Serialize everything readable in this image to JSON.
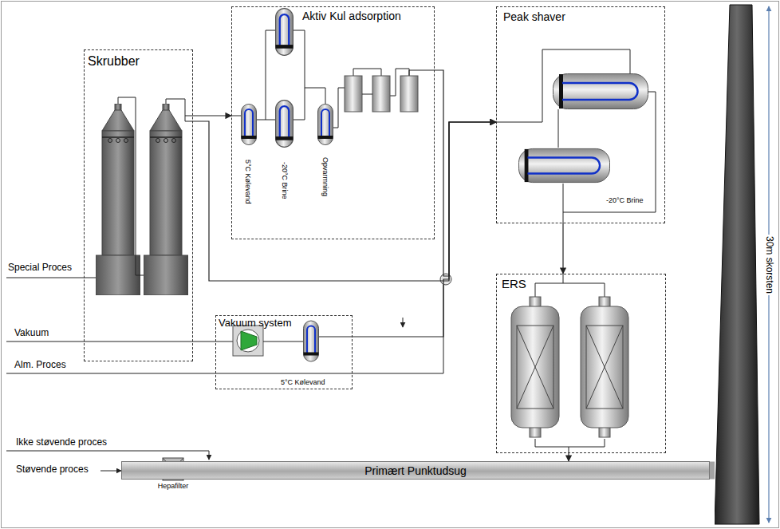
{
  "diagram": {
    "nodes": [
      {
        "text": [
          "Skrubber"
        ]
      },
      {
        "text": [
          "Aktiv Kul adsorption"
        ]
      },
      {
        "text": [
          "Peak shaver"
        ]
      },
      {
        "text": [
          "Vakuum system"
        ]
      },
      {
        "text": [
          "ERS"
        ]
      },
      {
        "text": [
          "30m skorsten"
        ]
      },
      {
        "text": [
          "Hepafilter"
        ]
      },
      {
        "text": [
          "Primært Punktudsug"
        ]
      }
    ],
    "edges": [
      {
        "from": 0,
        "to": 1,
        "arrow": "to"
      },
      {
        "from": 0,
        "to": 2,
        "arrow": "to"
      },
      {
        "from": 1,
        "to": 2,
        "arrow": "to"
      },
      {
        "from": 3,
        "to": 2,
        "arrow": "to"
      },
      {
        "from": 2,
        "to": 4,
        "arrow": "to"
      },
      {
        "from": 4,
        "to": 7,
        "arrow": "to"
      },
      {
        "from": 7,
        "to": 5,
        "arrow": "none"
      }
    ],
    "labels": [
      "Special Proces",
      "Vakuum",
      "Alm. Proces",
      "Ikke støvende proces",
      "Støvende proces",
      "5°C Kølevand",
      "-20°C Brine",
      "Opvarmning",
      "-20°C Brine",
      "5°C Kølevand"
    ]
  }
}
